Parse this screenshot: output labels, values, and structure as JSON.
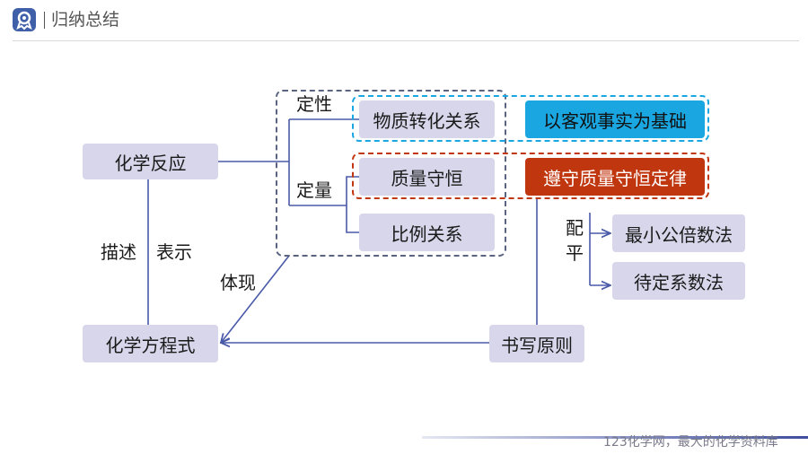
{
  "header": {
    "title": "归纳总结",
    "logo_icon": "badge-icon"
  },
  "nodes": {
    "reaction": "化学反应",
    "equation": "化学方程式",
    "material_conversion": "物质转化关系",
    "fact_basis": "以客观事实为基础",
    "mass_conservation": "质量守恒",
    "follow_law": "遵守质量守恒定律",
    "ratio": "比例关系",
    "min_common_multiple": "最小公倍数法",
    "undetermined_coeff": "待定系数法",
    "writing_principle": "书写原则"
  },
  "labels": {
    "qualitative": "定性",
    "quantitative": "定量",
    "describe": "描述",
    "represent": "表示",
    "embody": "体现",
    "balance_1": "配",
    "balance_2": "平"
  },
  "footer": {
    "text": "123化学网，最大的化学资料库"
  },
  "colors": {
    "node_fill": "#d7d6ea",
    "line": "#4a5aa8",
    "blue_accent": "#1aa6e0",
    "red_accent": "#c0360f",
    "dash_gray": "#5a6480"
  }
}
